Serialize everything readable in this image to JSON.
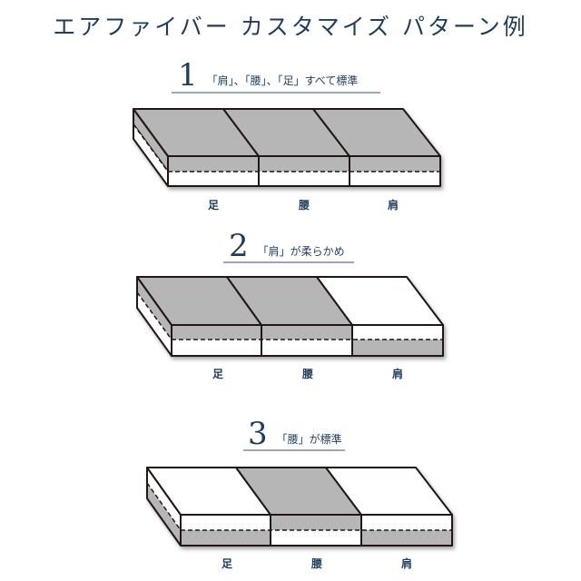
{
  "title": "エアファイバー カスタマイズ パターン例",
  "colors": {
    "text": "#1f3d5c",
    "firm": "#b5b6b5",
    "soft": "#ffffff",
    "outline": "#231815",
    "rule": "#9aa8b5"
  },
  "patterns": [
    {
      "number": "1",
      "caption": "「肩」、「腰」、「足」すべて標準",
      "zones": [
        {
          "label": "足",
          "top": "firm",
          "bottom": "soft"
        },
        {
          "label": "腰",
          "top": "firm",
          "bottom": "soft"
        },
        {
          "label": "肩",
          "top": "firm",
          "bottom": "soft"
        }
      ]
    },
    {
      "number": "2",
      "caption": "「肩」が柔らかめ",
      "zones": [
        {
          "label": "足",
          "top": "firm",
          "bottom": "soft"
        },
        {
          "label": "腰",
          "top": "firm",
          "bottom": "soft"
        },
        {
          "label": "肩",
          "top": "soft",
          "bottom": "firm"
        }
      ]
    },
    {
      "number": "3",
      "caption": "「腰」が標準",
      "zones": [
        {
          "label": "足",
          "top": "soft",
          "bottom": "firm"
        },
        {
          "label": "腰",
          "top": "firm",
          "bottom": "soft"
        },
        {
          "label": "肩",
          "top": "soft",
          "bottom": "firm"
        }
      ]
    }
  ]
}
